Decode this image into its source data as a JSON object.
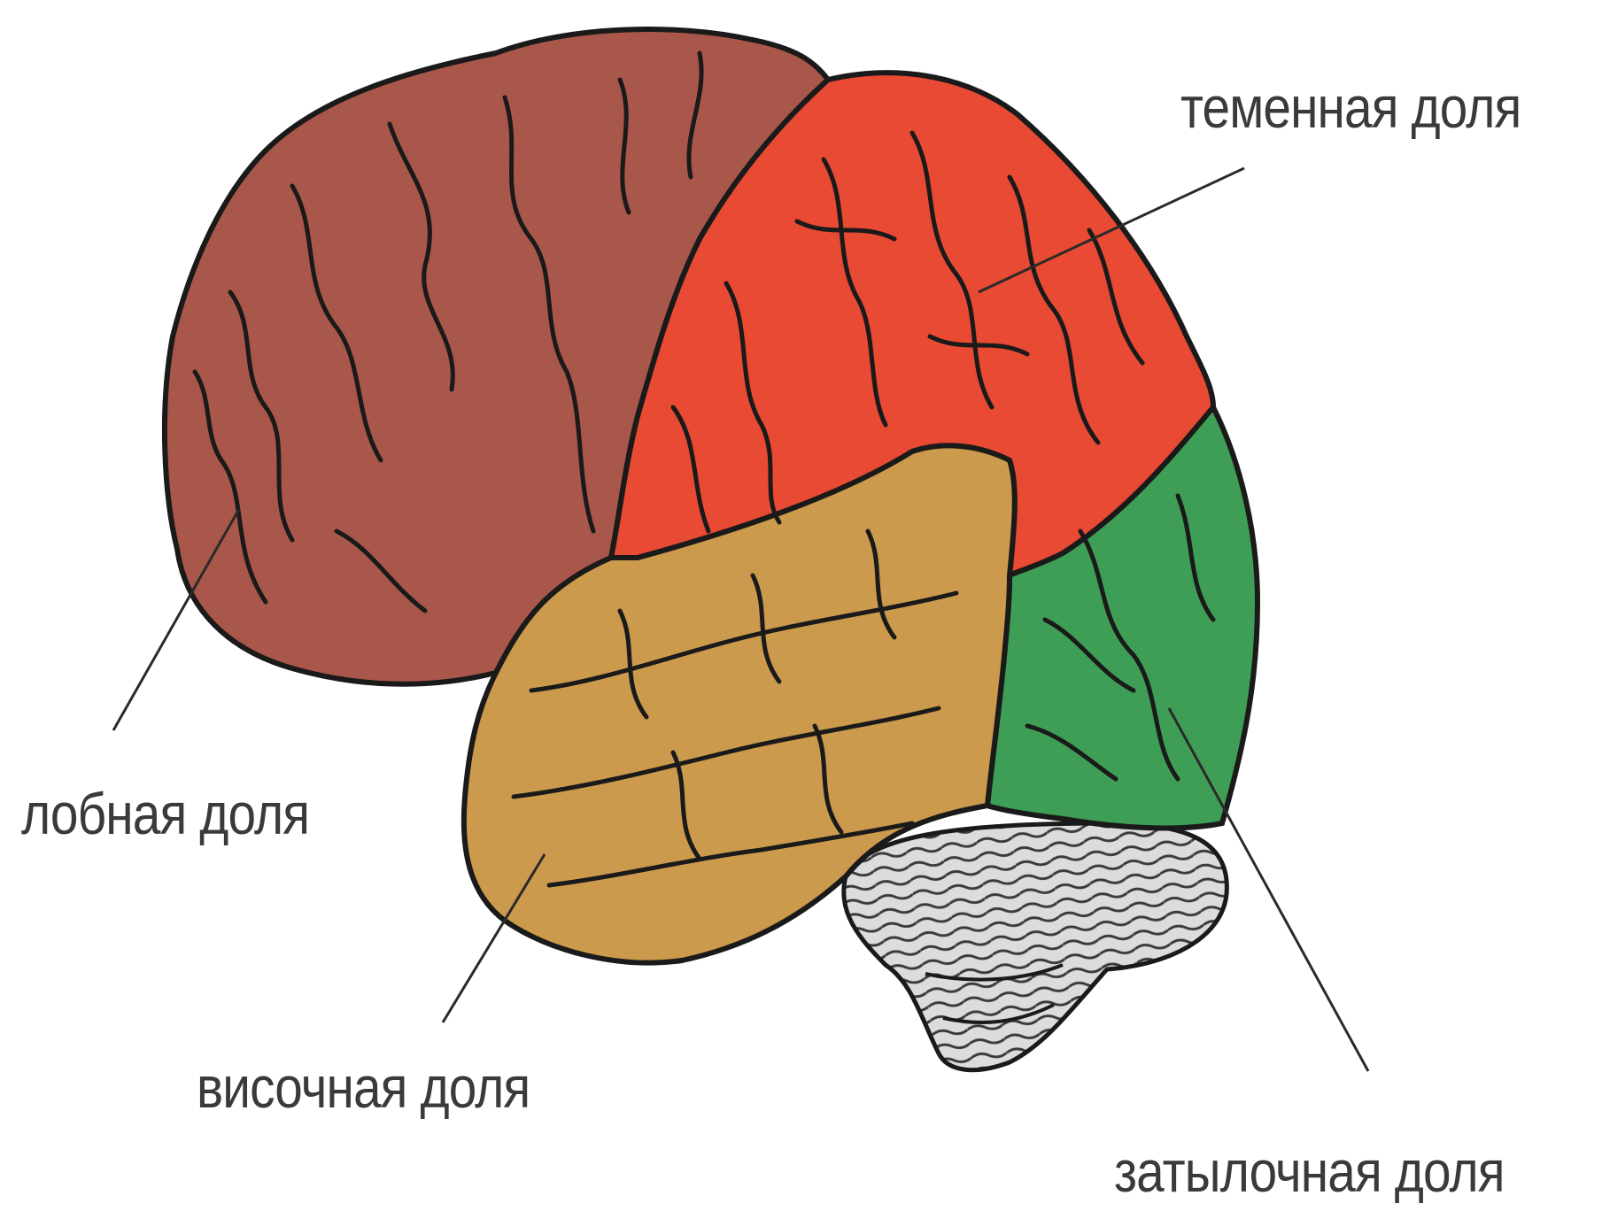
{
  "labels": {
    "parietal": "теменная доля",
    "frontal": "лобная доля",
    "temporal": "височная доля",
    "occipital": "затылочная доля"
  },
  "colors": {
    "frontal_lobe": "#a9574a",
    "parietal_lobe": "#e84a33",
    "temporal_lobe": "#cc9a4c",
    "occipital_lobe": "#3f9e55",
    "cerebellum": "#d9d9d9",
    "outline": "#1a1a1a",
    "label_text": "#3a3a3a"
  }
}
